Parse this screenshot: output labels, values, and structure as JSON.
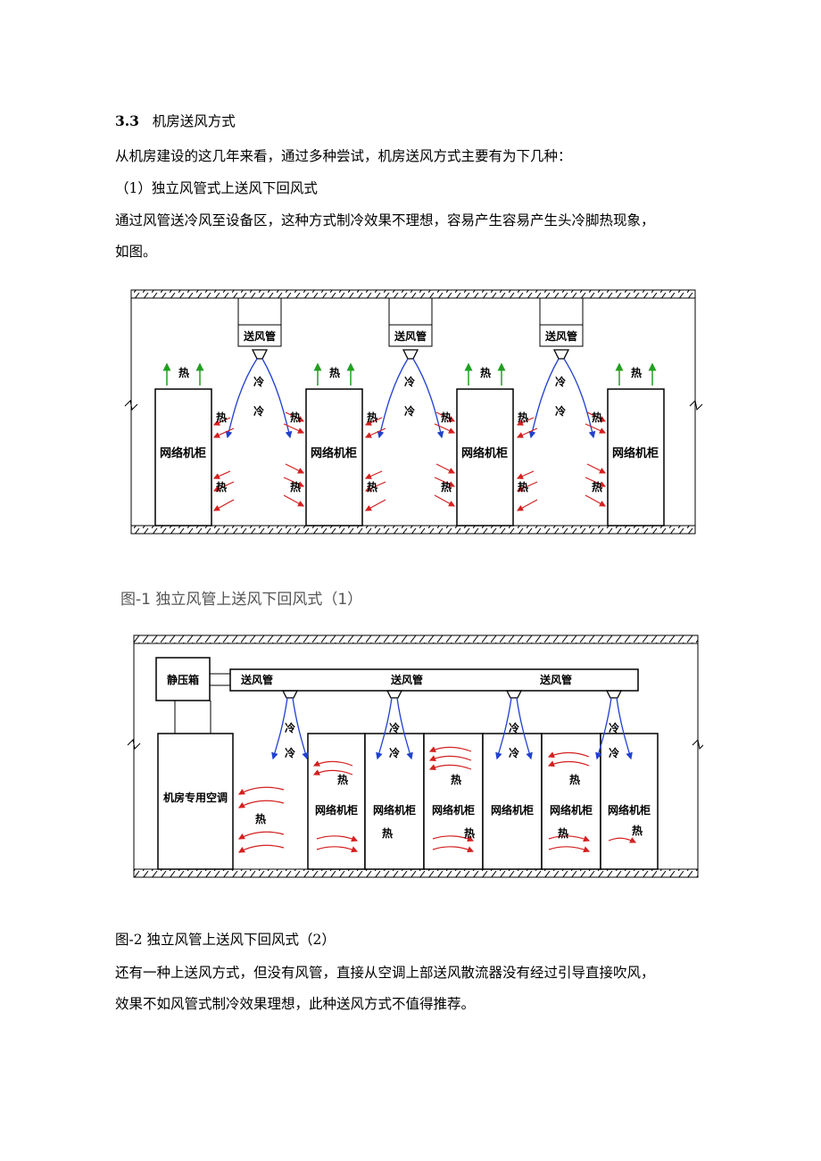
{
  "section": {
    "number": "3.3",
    "title": "机房送风方式"
  },
  "paragraphs": {
    "intro": "从机房建设的这几年来看，通过多种尝试，机房送风方式主要有为下几种：",
    "item1": "（1）独立风管式上送风下回风式",
    "desc1_line1": "通过风管送冷风至设备区，这种方式制冷效果不理想，容易产生容易产生头冷脚热现象，",
    "desc1_line2": "如图。",
    "desc2_line1": "还有一种上送风方式，但没有风管，直接从空调上部送风散流器没有经过引导直接吹风，",
    "desc2_line2": "效果不如风管式制冷效果理想，此种送风方式不值得推荐。"
  },
  "figure1": {
    "caption": "图-1 独立风管上送风下回风式（1）",
    "duct_label": "送风管",
    "cabinet_label": "网络机柜",
    "hot_label": "热",
    "cold_label": "冷"
  },
  "figure2": {
    "caption": "图-2 独立风管上送风下回风式（2）",
    "plenum_label": "静压箱",
    "ac_label": "机房专用空调",
    "duct_label": "送风管",
    "cabinet_label": "网络机柜",
    "hot_label": "热",
    "cold_label": "冷"
  },
  "colors": {
    "hot_arrow": "#d42020",
    "cold_arrow": "#2040d0",
    "up_arrow": "#20a020",
    "line": "#000000"
  }
}
